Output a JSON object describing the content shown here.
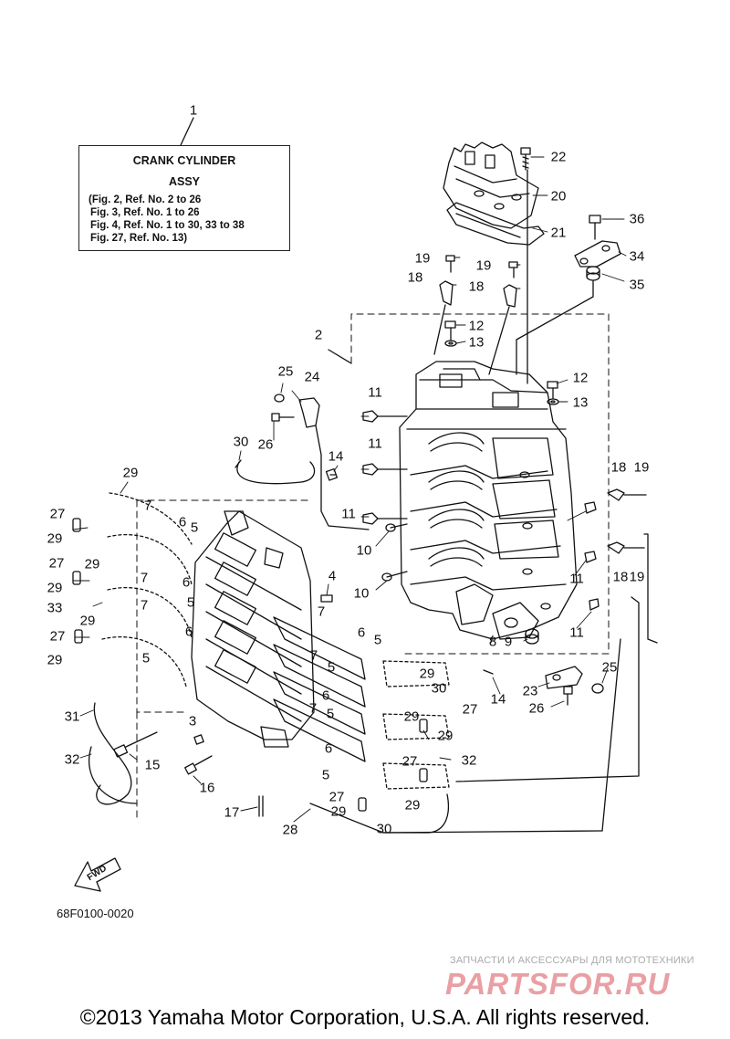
{
  "legend": {
    "ref": "1",
    "title_line1": "CRANK  CYLINDER",
    "title_line2": "ASSY",
    "lines": [
      "(Fig. 2, Ref. No. 2 to 26",
      "Fig. 3, Ref. No. 1 to 26",
      "Fig. 4, Ref. No. 1 to 30, 33 to 38",
      "Fig. 27, Ref. No. 13)"
    ]
  },
  "fwd_label": "FWD",
  "diagram_code": "68F0100-0020",
  "watermark": {
    "tagline": "ЗАПЧАСТИ И АКСЕССУАРЫ ДЛЯ МОТОТЕХНИКИ",
    "brand": "PARTSFOR.RU"
  },
  "copyright": "©2013 Yamaha Motor Corporation, U.S.A. All rights reserved.",
  "callouts": [
    {
      "label": "22"
    },
    {
      "label": "20"
    },
    {
      "label": "21"
    },
    {
      "label": "36"
    },
    {
      "label": "34"
    },
    {
      "label": "35"
    },
    {
      "label": "19"
    },
    {
      "label": "18"
    },
    {
      "label": "19"
    },
    {
      "label": "18"
    },
    {
      "label": "12"
    },
    {
      "label": "13"
    },
    {
      "label": "2"
    },
    {
      "label": "25"
    },
    {
      "label": "24"
    },
    {
      "label": "12"
    },
    {
      "label": "13"
    },
    {
      "label": "11"
    },
    {
      "label": "26"
    },
    {
      "label": "11"
    },
    {
      "label": "30"
    },
    {
      "label": "14"
    },
    {
      "label": "29"
    },
    {
      "label": "18"
    },
    {
      "label": "19"
    },
    {
      "label": "11"
    },
    {
      "label": "27"
    },
    {
      "label": "7"
    },
    {
      "label": "6"
    },
    {
      "label": "5"
    },
    {
      "label": "29"
    },
    {
      "label": "10"
    },
    {
      "label": "27"
    },
    {
      "label": "18"
    },
    {
      "label": "19"
    },
    {
      "label": "29"
    },
    {
      "label": "11"
    },
    {
      "label": "29"
    },
    {
      "label": "6"
    },
    {
      "label": "4"
    },
    {
      "label": "10"
    },
    {
      "label": "33"
    },
    {
      "label": "7"
    },
    {
      "label": "5"
    },
    {
      "label": "7"
    },
    {
      "label": "29"
    },
    {
      "label": "7"
    },
    {
      "label": "11"
    },
    {
      "label": "27"
    },
    {
      "label": "6"
    },
    {
      "label": "6"
    },
    {
      "label": "8"
    },
    {
      "label": "9"
    },
    {
      "label": "5"
    },
    {
      "label": "29"
    },
    {
      "label": "5"
    },
    {
      "label": "7"
    },
    {
      "label": "5"
    },
    {
      "label": "25"
    },
    {
      "label": "29"
    },
    {
      "label": "30"
    },
    {
      "label": "23"
    },
    {
      "label": "6"
    },
    {
      "label": "14"
    },
    {
      "label": "7"
    },
    {
      "label": "5"
    },
    {
      "label": "27"
    },
    {
      "label": "26"
    },
    {
      "label": "29"
    },
    {
      "label": "31"
    },
    {
      "label": "3"
    },
    {
      "label": "6"
    },
    {
      "label": "29"
    },
    {
      "label": "32"
    },
    {
      "label": "15"
    },
    {
      "label": "27"
    },
    {
      "label": "32"
    },
    {
      "label": "5"
    },
    {
      "label": "16"
    },
    {
      "label": "27"
    },
    {
      "label": "29"
    },
    {
      "label": "17"
    },
    {
      "label": "29"
    },
    {
      "label": "28"
    },
    {
      "label": "30"
    }
  ]
}
